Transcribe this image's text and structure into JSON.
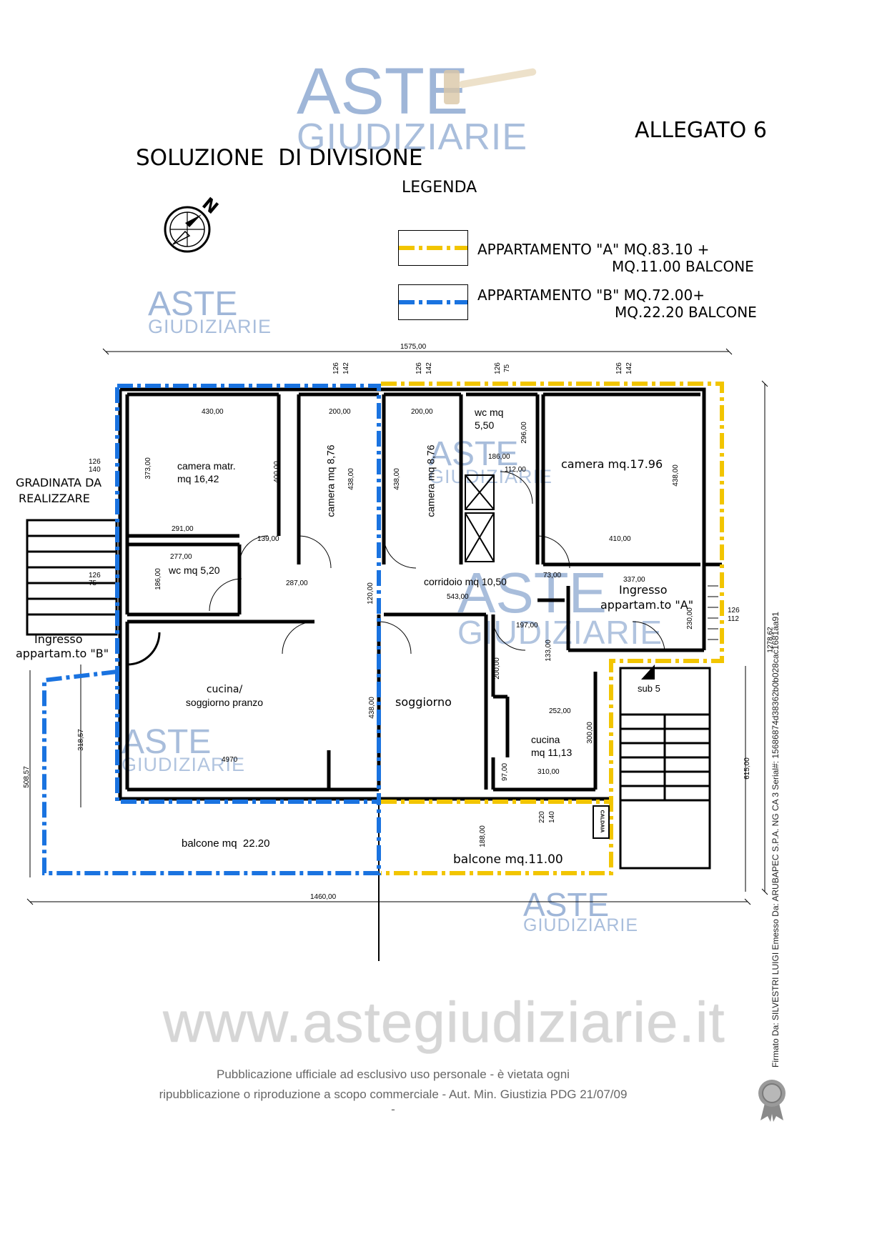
{
  "watermark": {
    "line1": "ASTE",
    "line2": "GIUDIZIARIE"
  },
  "header": {
    "allegato": "ALLEGATO 6",
    "title": "SOLUZIONE  DI DIVISIONE",
    "legend_title": "LEGENDA"
  },
  "legend": [
    {
      "line1": "APPARTAMENTO \"A\" MQ.83.10 +",
      "line2": "MQ.11.00 BALCONE",
      "color": "#f2c500"
    },
    {
      "line1": "APPARTAMENTO \"B\" MQ.72.00+",
      "line2": "MQ.22.20 BALCONE",
      "color": "#1a73e0"
    }
  ],
  "compass": {
    "label": "N",
    "icon": "compass-icon"
  },
  "plan": {
    "dims": {
      "top_total": "1575,00",
      "bottom_total": "1460,00",
      "right_total": "1278,62",
      "right_lower": "615,00",
      "left_lower": "508,57",
      "left_balc": "318,57",
      "d430": "430,00",
      "d200a": "200,00",
      "d200b": "200,00",
      "d373": "373,00",
      "d400": "400,00",
      "d438a": "438,00",
      "d438b": "438,00",
      "d438c": "438,00",
      "d291": "291,00",
      "d277": "277,00",
      "d186a": "186,00",
      "d139": "139,00",
      "d287": "287,00",
      "d120": "120,00",
      "d543": "543,00",
      "d296": "296,00",
      "d186b": "186,00",
      "d112": "112,00",
      "d410": "410,00",
      "d73": "73,00",
      "d337": "337,00",
      "d230": "230,00",
      "d197": "197,00",
      "d133": "133,00",
      "d200c": "200,00",
      "d252": "252,00",
      "d300": "300,00",
      "d310": "310,00",
      "d97": "97,00",
      "d4970": "4970",
      "d438d": "438,00",
      "d188": "188,00",
      "w1a": "126",
      "w1b": "142",
      "w2a": "126",
      "w2b": "142",
      "w3a": "126",
      "w3b": "75",
      "w4a": "126",
      "w4b": "142",
      "w5a": "126",
      "w5b": "140",
      "w6a": "126",
      "w6b": "75",
      "w7a": "126",
      "w7b": "112",
      "w8a": "220",
      "w8b": "140"
    },
    "rooms": {
      "camera_matr_1": "camera matr.",
      "camera_matr_2": "mq 16,42",
      "camera_876a": "camera mq 8,76",
      "camera_876b": "camera mq 8,76",
      "wc_550_1": "wc mq",
      "wc_550_2": "5,50",
      "camera_1796": "camera mq.17.96",
      "wc_520": "wc mq 5,20",
      "corridoio": "corridoio mq 10,50",
      "cucina_1": "cucina/",
      "cucina_2": "soggiorno pranzo",
      "soggiorno": "soggiorno",
      "cucina_a1": "cucina",
      "cucina_a2": "mq 11,13",
      "sub5": "sub 5",
      "balcone_b": "balcone mq  22.20",
      "balcone_a": "balcone mq.11.00",
      "caldaia": "CALDAIA"
    },
    "notes": {
      "gradinata_1": "GRADINATA DA",
      "gradinata_2": "REALIZZARE",
      "ingresso_b1": "Ingresso",
      "ingresso_b2": "appartam.to \"B\"",
      "ingresso_a1": "Ingresso",
      "ingresso_a2": "appartam.to \"A\""
    }
  },
  "footer": {
    "url": "www.astegiudiziarie.it",
    "note_line1": "Pubblicazione ufficiale ad esclusivo uso personale - è vietata ogni",
    "note_line2": "ripubblicazione o riproduzione a scopo commerciale - Aut. Min. Giustizia PDG 21/07/09",
    "dash": "-"
  },
  "signature": "Firmato Da: SILVESTRI LUIGI Emesso Da: ARUBAPEC S.P.A. NG CA 3 Serial#: 15686874d38362b0b028cac1681aa91",
  "seal_icon": "seal-icon"
}
